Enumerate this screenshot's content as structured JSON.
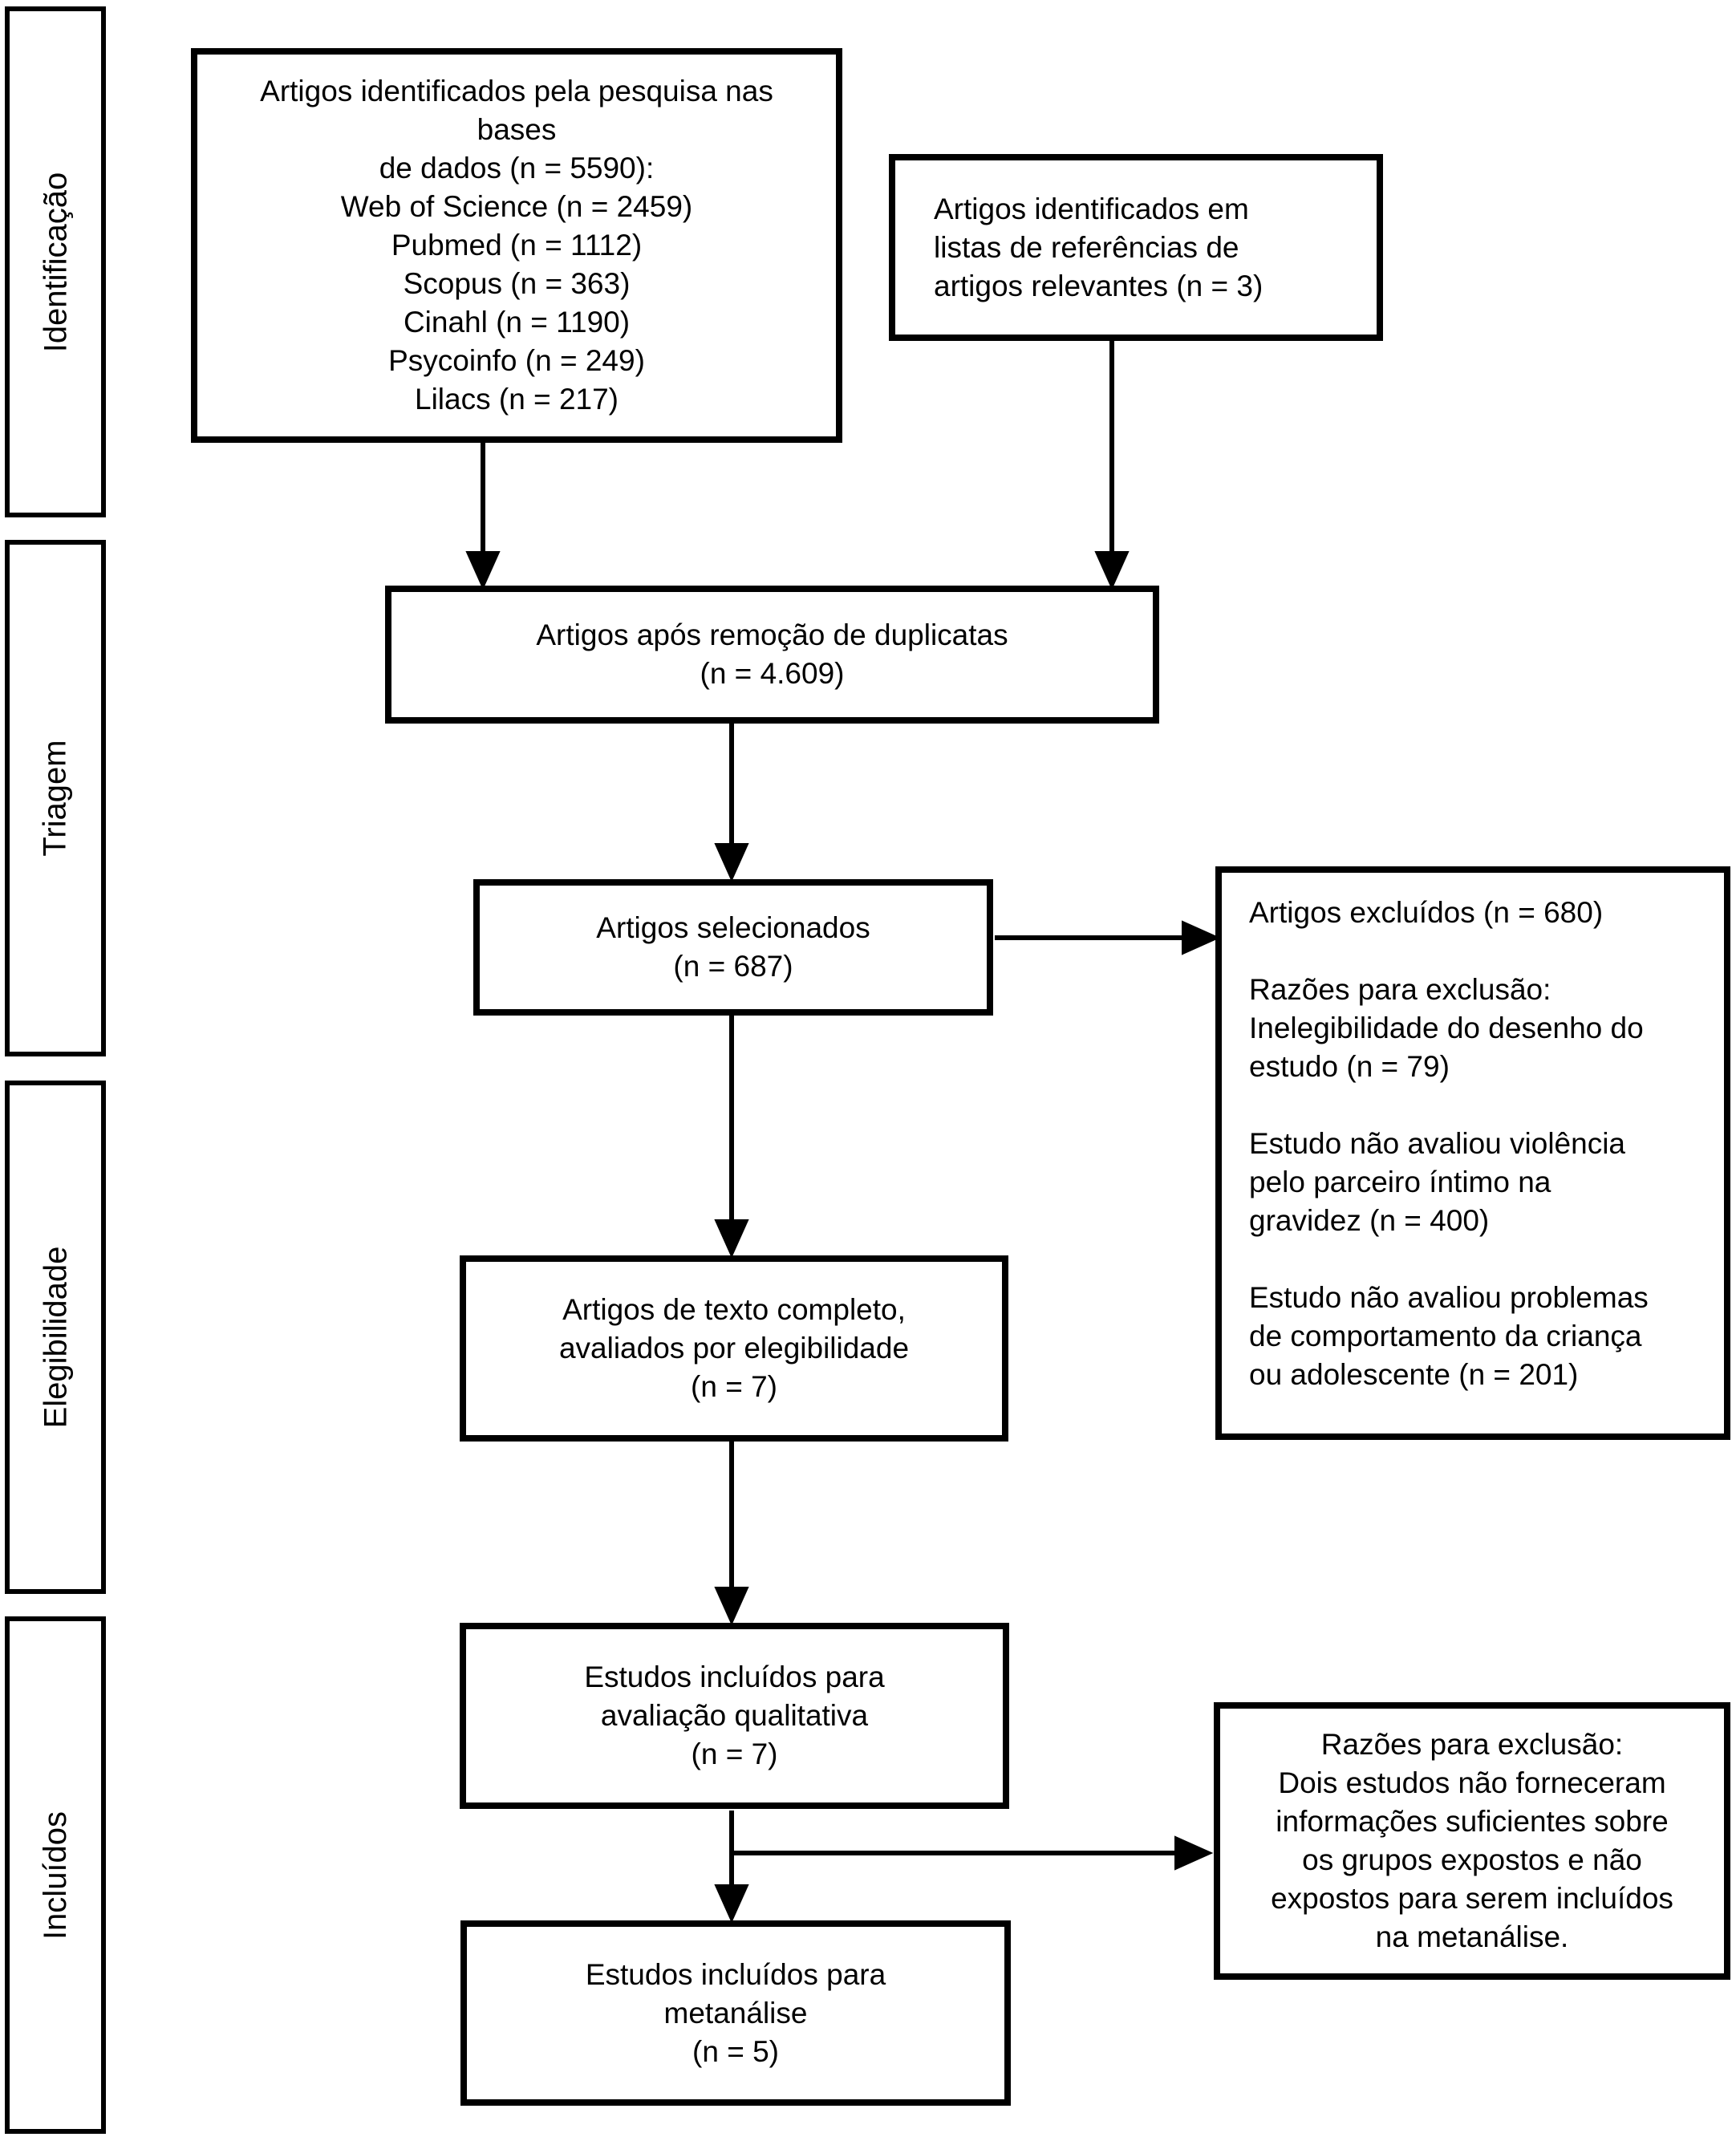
{
  "diagram_title": "PRISMA flow diagram",
  "colors": {
    "background": "#ffffff",
    "box_border": "#000000",
    "text": "#000000",
    "arrow": "#000000"
  },
  "stages": [
    "Identificação",
    "Triagem",
    "Elegibilidade",
    "Incluídos"
  ],
  "boxes": {
    "identified_databases": {
      "lines": [
        "Artigos identificados pela pesquisa nas",
        "bases",
        "de dados (n = 5590):",
        "Web of Science (n = 2459)",
        "Pubmed (n = 1112)",
        "Scopus (n = 363)",
        "Cinahl (n = 1190)",
        "Psycoinfo (n = 249)",
        "Lilacs (n = 217)"
      ]
    },
    "identified_references": {
      "lines": [
        "Artigos identificados em",
        "listas de referências de",
        "artigos relevantes (n = 3)"
      ]
    },
    "after_duplicates": {
      "lines": [
        "Artigos após remoção de duplicatas",
        "(n = 4.609)"
      ]
    },
    "selected": {
      "lines": [
        "Artigos selecionados",
        "(n = 687)"
      ]
    },
    "excluded_screening": {
      "lines": [
        "Artigos excluídos (n = 680)",
        "",
        "Razões para exclusão:",
        "Inelegibilidade do desenho do",
        "estudo (n = 79)",
        "",
        "Estudo não avaliou violência",
        "pelo parceiro íntimo na",
        "gravidez (n = 400)",
        "",
        "Estudo não avaliou problemas",
        "de comportamento da criança",
        "ou adolescente (n = 201)"
      ]
    },
    "fulltext_eligibility": {
      "lines": [
        "Artigos de texto completo,",
        "avaliados por elegibilidade",
        "(n = 7)"
      ]
    },
    "included_qualitative": {
      "lines": [
        "Estudos incluídos para",
        "avaliação qualitativa",
        "(n = 7)"
      ]
    },
    "excluded_metaanalysis": {
      "lines": [
        "Razões para exclusão:",
        "Dois estudos não forneceram",
        "informações suficientes sobre",
        "os grupos expostos e não",
        "expostos para serem incluídos",
        "na metanálise."
      ]
    },
    "included_metaanalysis": {
      "lines": [
        "Estudos incluídos para",
        "metanálise",
        "(n = 5)"
      ]
    }
  }
}
